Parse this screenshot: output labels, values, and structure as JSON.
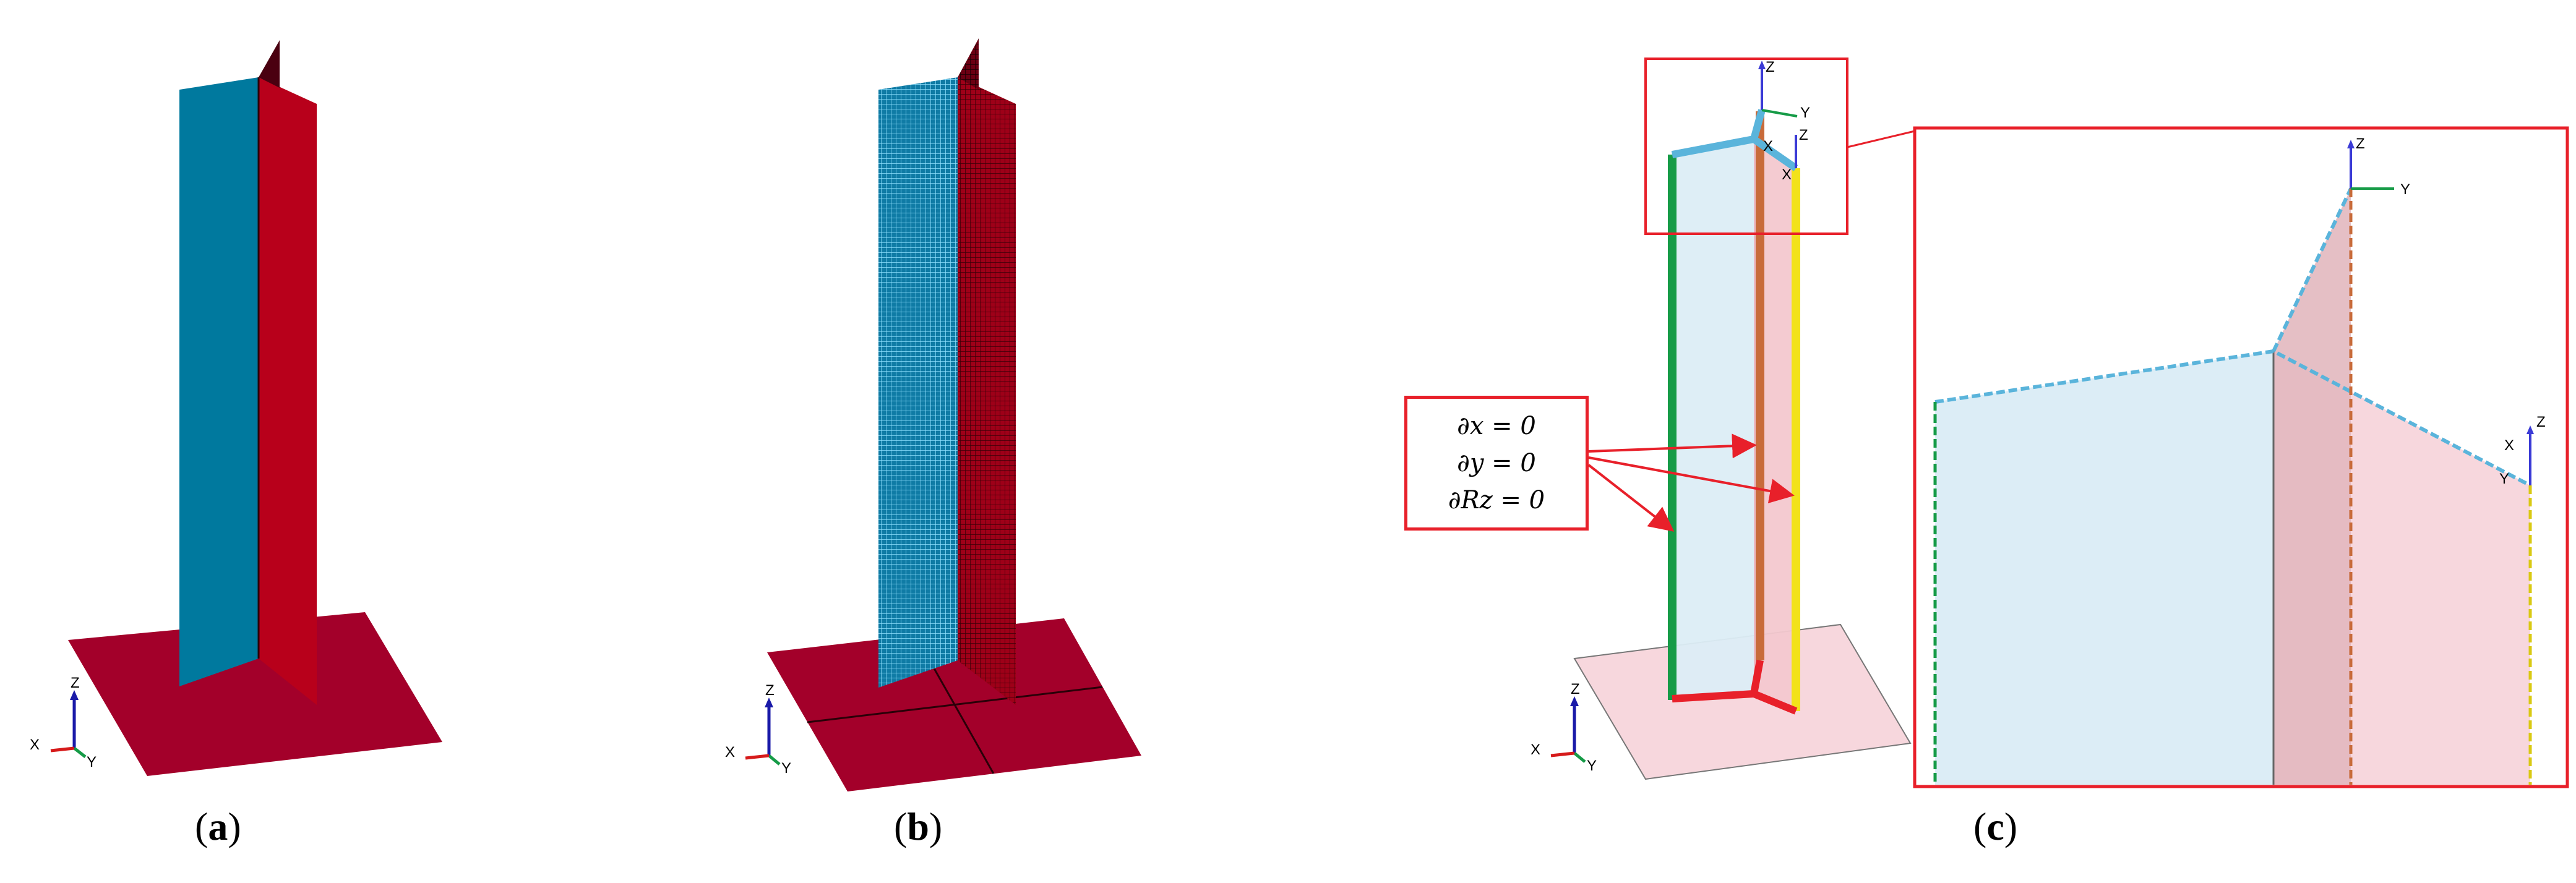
{
  "panels": [
    {
      "id": "a",
      "label": "a"
    },
    {
      "id": "b",
      "label": "b"
    },
    {
      "id": "c",
      "label": "c"
    }
  ],
  "axes": {
    "x": "X",
    "y": "Y",
    "z": "Z"
  },
  "boundary_conditions": [
    "∂x = 0",
    "∂y = 0",
    "∂Rz = 0"
  ],
  "colors": {
    "flange_blue": "#00799e",
    "flange_red": "#b8001b",
    "plate_red": "#a3002a",
    "callout_red": "#e8202a",
    "edge_green": "#169b47",
    "edge_yellow": "#f2e21a",
    "edge_cyan": "#5ab4db",
    "light_blue_fill": "#dcedf6",
    "light_pink_fill": "#f7d7dd"
  }
}
